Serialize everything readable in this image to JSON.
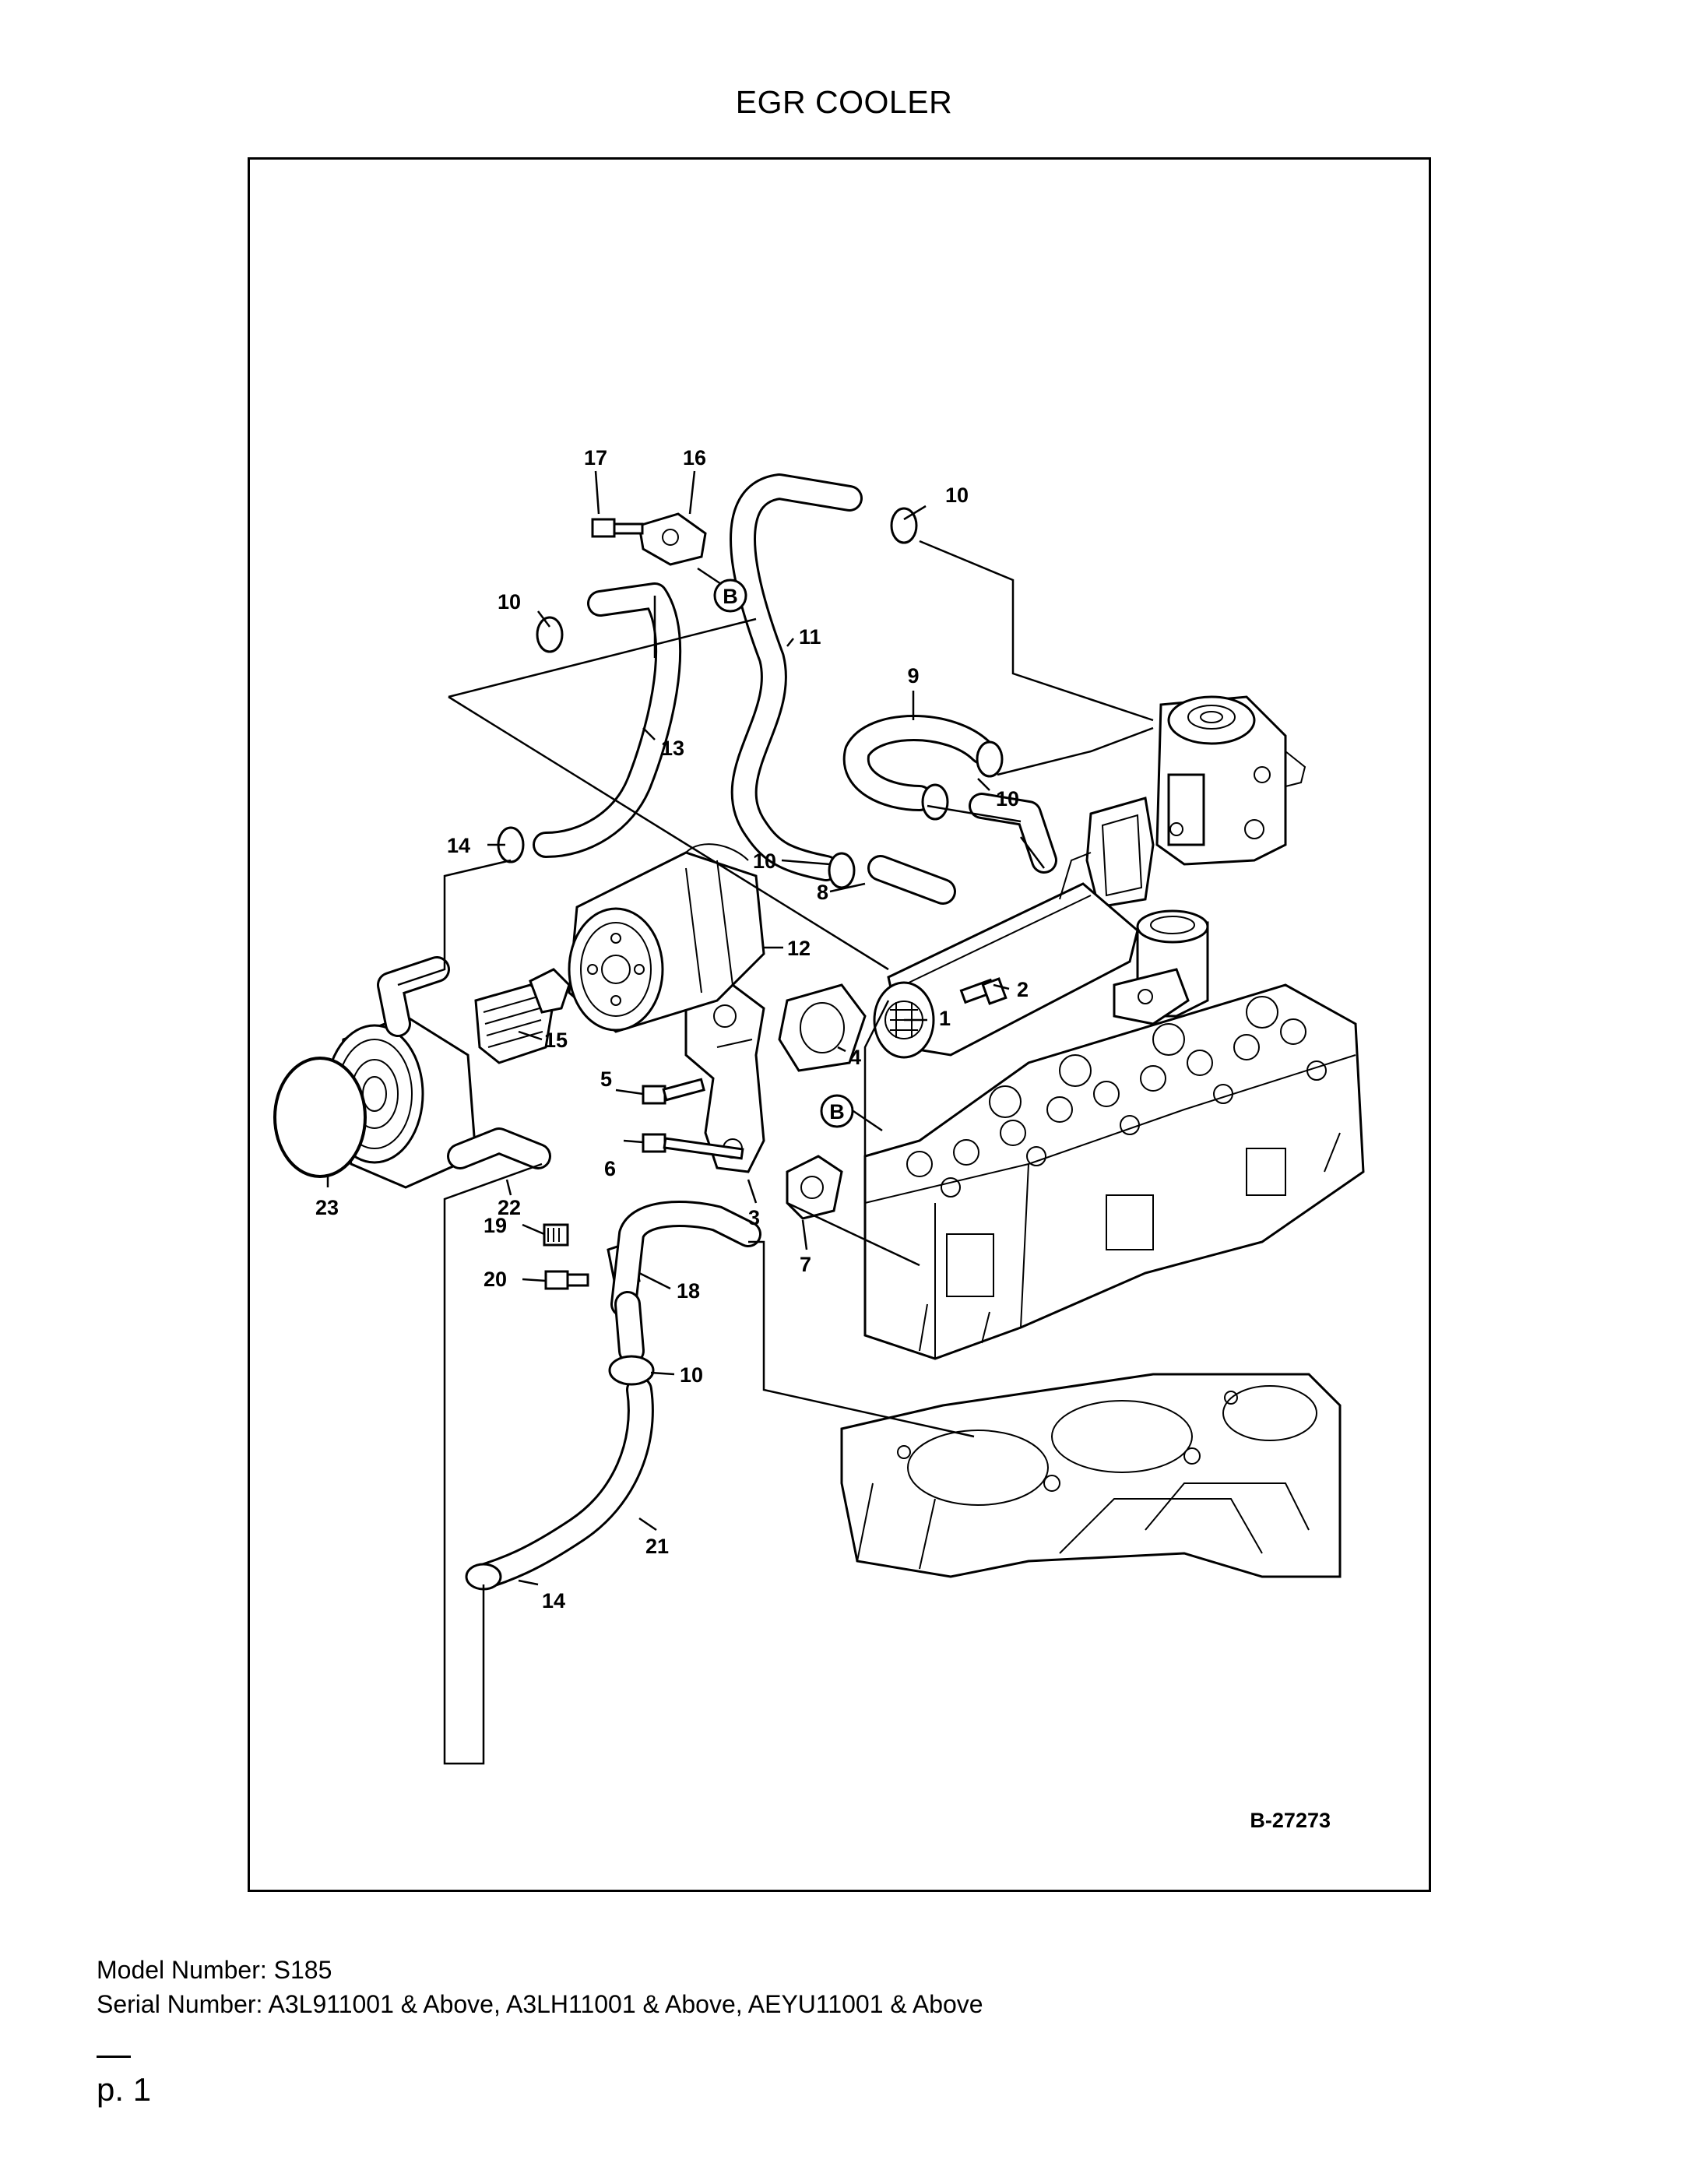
{
  "page": {
    "title": "EGR COOLER",
    "drawing_ref": "B-27273",
    "model_line": "Model Number: S185",
    "serial_line": "Serial Number: A3L911001 & Above, A3LH11001 & Above, AEYU11001 & Above",
    "page_number": "p. 1"
  },
  "diagram": {
    "callouts": {
      "c17": "17",
      "c16": "16",
      "c10a": "10",
      "c10b": "10",
      "c11": "11",
      "c9": "9",
      "c13": "13",
      "c10c": "10",
      "c14a": "14",
      "c10d": "10",
      "c8": "8",
      "c12": "12",
      "c1": "1",
      "c2": "2",
      "c5": "5",
      "c4": "4",
      "c15": "15",
      "cB1": "B",
      "cB2": "B",
      "c6": "6",
      "c22": "22",
      "c23": "23",
      "c19": "19",
      "c3": "3",
      "c7": "7",
      "c20": "20",
      "c18": "18",
      "c10e": "10",
      "c21": "21",
      "c14b": "14"
    }
  }
}
